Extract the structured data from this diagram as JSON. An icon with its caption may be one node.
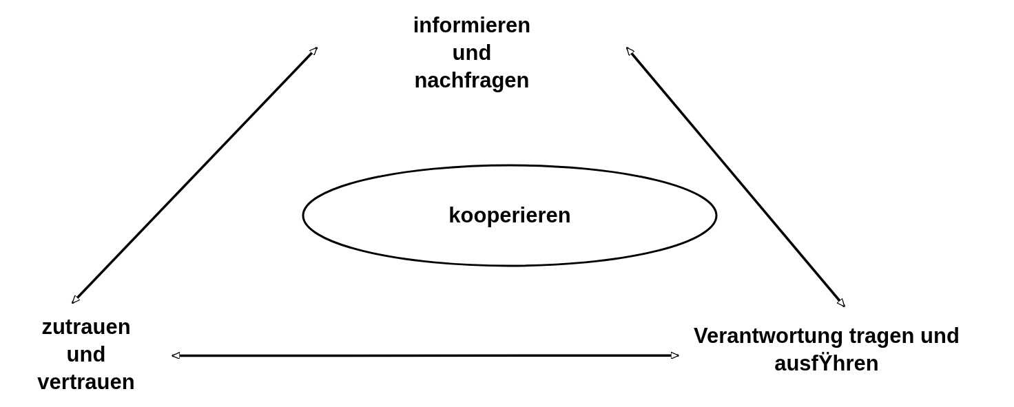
{
  "diagram": {
    "nodes": [
      {
        "text": [
          "informieren und nachfragen"
        ]
      },
      {
        "text": [
          "kooperieren"
        ]
      },
      {
        "text": [
          "zutrauen und vertrauen"
        ]
      },
      {
        "text": [
          "Verantwortung tragen und ausfŸhren"
        ]
      }
    ],
    "edges": [
      {
        "from": 2,
        "to": 0,
        "arrow": "both"
      },
      {
        "from": 0,
        "to": 3,
        "arrow": "both"
      },
      {
        "from": 2,
        "to": 3,
        "arrow": "both"
      }
    ]
  }
}
